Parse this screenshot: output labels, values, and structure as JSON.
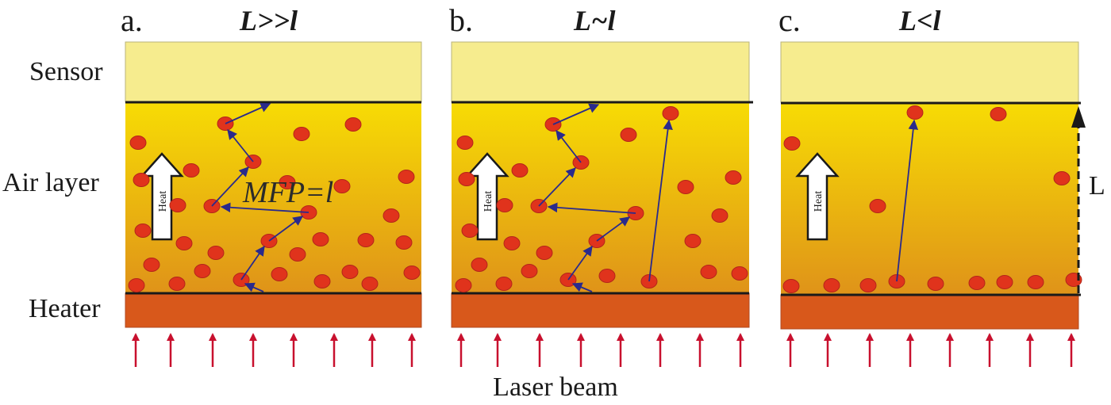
{
  "layer_labels": {
    "sensor": "Sensor",
    "air_layer": "Air layer",
    "heater": "Heater"
  },
  "panels": [
    {
      "letter": "a.",
      "regime": "L>>l",
      "heat_label": "Heat"
    },
    {
      "letter": "b.",
      "regime": "L~l",
      "heat_label": "Heat"
    },
    {
      "letter": "c.",
      "regime": "L<l",
      "heat_label": "Heat"
    }
  ],
  "mfp_label": "MFP=l",
  "length_label": "L",
  "laser_label": "Laser beam",
  "colors": {
    "sensor": "#f6ec8e",
    "air_top": "#f7dc04",
    "air_bottom": "#e09418",
    "heater": "#d8581b",
    "molecule": "#e0331c",
    "path": "#2a2a8c",
    "laser_arrow": "#c8102e",
    "boundary": "#1a1a1a"
  }
}
